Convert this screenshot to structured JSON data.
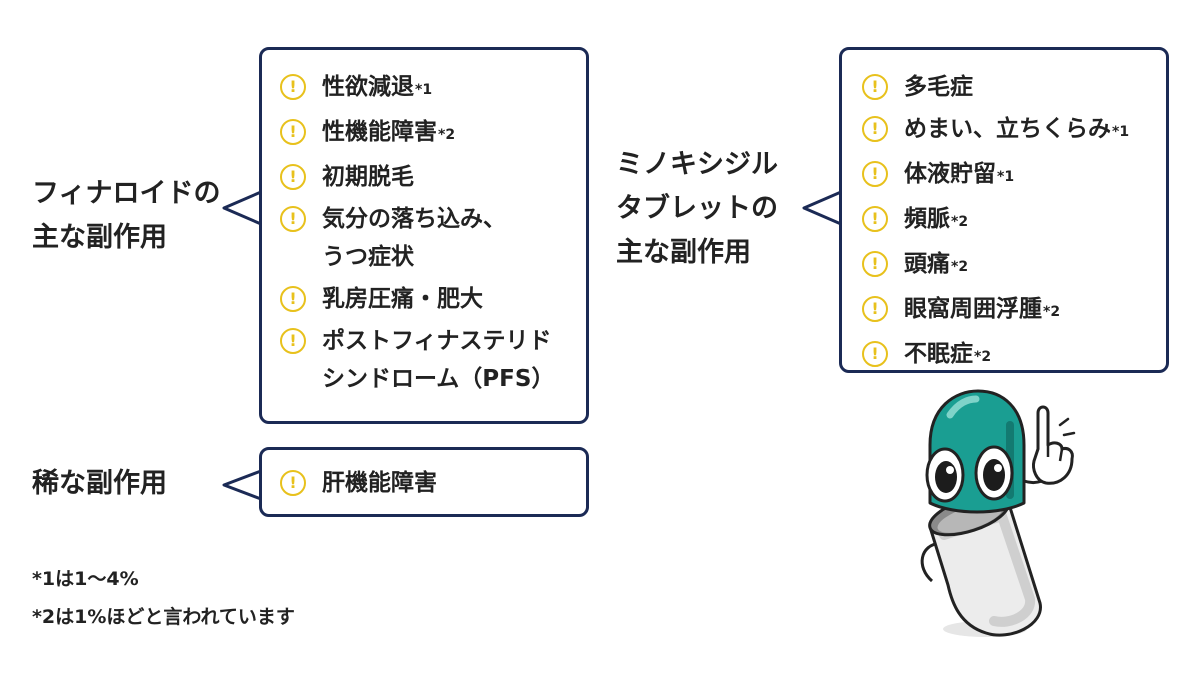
{
  "finasteride": {
    "label_lines": [
      "フィナロイドの",
      "主な副作用"
    ],
    "items": [
      {
        "lines": [
          "性欲減退"
        ],
        "note": "*1"
      },
      {
        "lines": [
          "性機能障害"
        ],
        "note": "*2"
      },
      {
        "lines": [
          "初期脱毛"
        ],
        "note": ""
      },
      {
        "lines": [
          "気分の落ち込み、",
          "うつ症状"
        ],
        "note": ""
      },
      {
        "lines": [
          "乳房圧痛・肥大"
        ],
        "note": ""
      },
      {
        "lines": [
          "ポストフィナステリド",
          "シンドローム（PFS）"
        ],
        "note": ""
      }
    ]
  },
  "rare": {
    "label_lines": [
      "稀な副作用"
    ],
    "items": [
      {
        "lines": [
          "肝機能障害"
        ],
        "note": ""
      }
    ]
  },
  "minoxidil": {
    "label_lines": [
      "ミノキシジル",
      "タブレットの",
      "主な副作用"
    ],
    "items": [
      {
        "lines": [
          "多毛症"
        ],
        "note": ""
      },
      {
        "lines": [
          "めまい、立ちくらみ"
        ],
        "note": "*1"
      },
      {
        "lines": [
          "体液貯留"
        ],
        "note": "*1"
      },
      {
        "lines": [
          "頻脈"
        ],
        "note": "*2"
      },
      {
        "lines": [
          "頭痛"
        ],
        "note": "*2"
      },
      {
        "lines": [
          "眼窩周囲浮腫"
        ],
        "note": "*2"
      },
      {
        "lines": [
          "不眠症"
        ],
        "note": "*2"
      }
    ]
  },
  "icon_glyph": "!",
  "footnotes": [
    "*1は1〜4%",
    "*2は1%ほどと言われています"
  ],
  "colors": {
    "border": "#1b2a55",
    "icon": "#e8c11c",
    "text": "#222222",
    "mascot_teal": "#1a9e92"
  }
}
